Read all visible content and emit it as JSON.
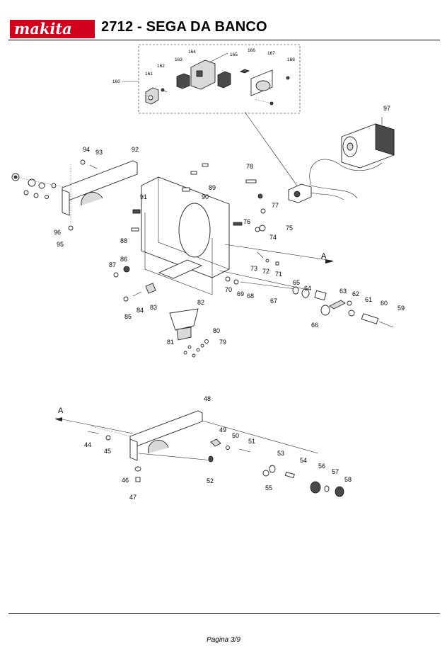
{
  "header": {
    "brand": "makita",
    "title": "2712 - SEGA DA BANCO"
  },
  "brand_color": "#d2001c",
  "diagram": {
    "upper_labels": [
      "160",
      "161",
      "162",
      "163",
      "164",
      "165",
      "166",
      "167",
      "168",
      "97",
      "94",
      "93",
      "92",
      "78",
      "89",
      "90",
      "91",
      "77",
      "76",
      "75",
      "74",
      "96",
      "95",
      "88",
      "86",
      "87",
      "73",
      "72",
      "71",
      "65",
      "64",
      "63",
      "62",
      "61",
      "60",
      "59",
      "66",
      "70",
      "69",
      "68",
      "67",
      "85",
      "84",
      "83",
      "82",
      "81",
      "80",
      "79"
    ],
    "section_marker": "A",
    "lower_labels": [
      "48",
      "49",
      "50",
      "51",
      "44",
      "45",
      "53",
      "54",
      "56",
      "57",
      "58",
      "46",
      "47",
      "52",
      "55"
    ]
  },
  "footer": {
    "page": "Pagina 3/9"
  }
}
